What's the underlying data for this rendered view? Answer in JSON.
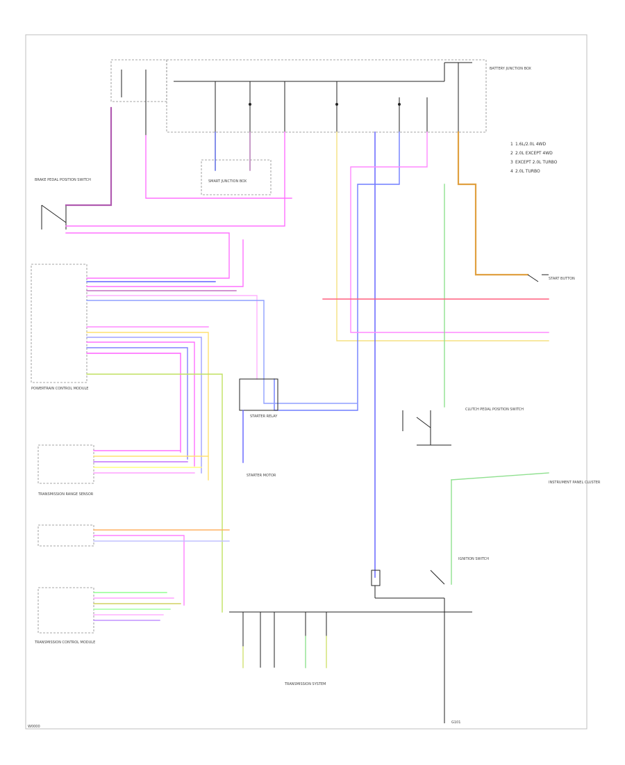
{
  "diagram": {
    "corner_code": "W0000",
    "legend": {
      "items": [
        {
          "num": "1",
          "label": "1.6L/2.0L 4WD"
        },
        {
          "num": "2",
          "label": "2.0L EXCEPT 4WD"
        },
        {
          "num": "3",
          "label": "EXCEPT 2.0L TURBO"
        },
        {
          "num": "4",
          "label": "2.0L TURBO"
        }
      ]
    },
    "components": {
      "fuse_box_top": "BATTERY JUNCTION BOX",
      "smart_junction_box": "SMART JUNCTION BOX",
      "brake_pedal_switch": "BRAKE PEDAL POSITION SWITCH",
      "pcm": "POWERTRAIN CONTROL MODULE",
      "start_button": "START BUTTON",
      "starter_relay": "STARTER RELAY",
      "starter_motor": "STARTER MOTOR",
      "clutch_switch": "CLUTCH PEDAL POSITION SWITCH",
      "transmission_range": "TRANSMISSION RANGE SENSOR",
      "tcm": "TRANSMISSION CONTROL MODULE",
      "instrument_cluster": "INSTRUMENT PANEL CLUSTER",
      "transmission_system": "TRANSMISSION SYSTEM",
      "ignition_switch": "IGNITION SWITCH",
      "ground": "G101"
    }
  }
}
